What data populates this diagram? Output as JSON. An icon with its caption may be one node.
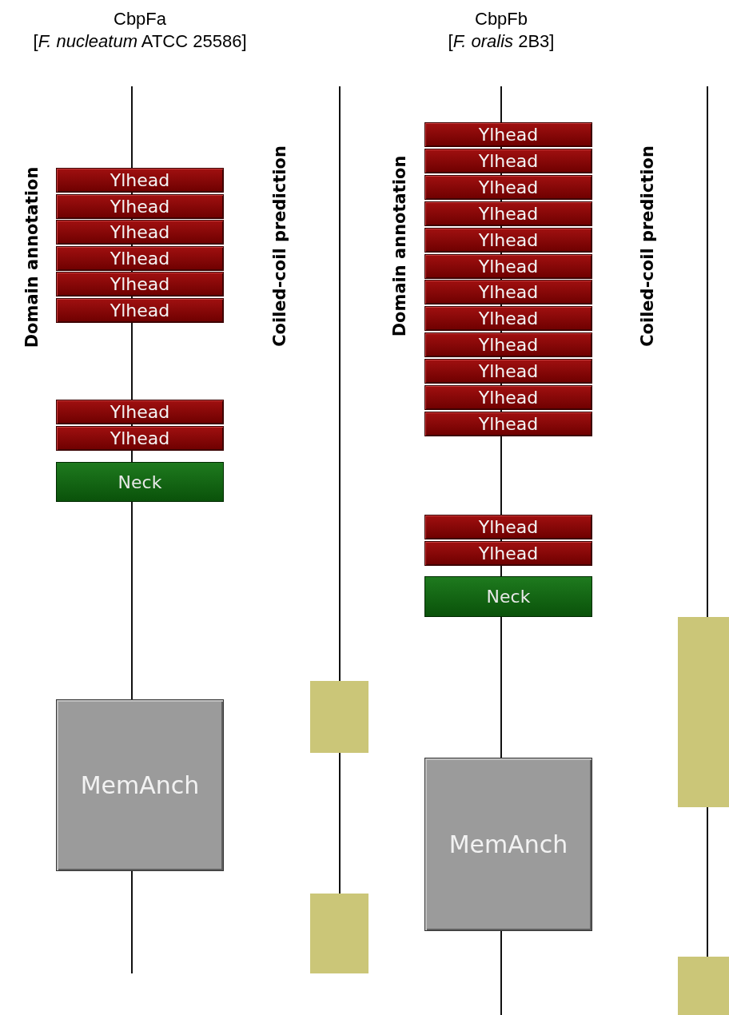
{
  "diagram": {
    "nodes": [
      {
        "text": [
          "Ylhead"
        ]
      },
      {
        "text": [
          "Ylhead"
        ]
      },
      {
        "text": [
          "Ylhead"
        ]
      },
      {
        "text": [
          "Ylhead"
        ]
      },
      {
        "text": [
          "Ylhead"
        ]
      },
      {
        "text": [
          "Ylhead"
        ]
      },
      {
        "text": [
          "Ylhead"
        ]
      },
      {
        "text": [
          "Ylhead"
        ]
      },
      {
        "text": [
          "Neck"
        ]
      },
      {
        "text": [
          "MemAnch"
        ]
      },
      {
        "text": [],
        "shape": "box"
      },
      {
        "text": [],
        "shape": "box"
      },
      {
        "text": [
          "Ylhead"
        ]
      },
      {
        "text": [
          "Ylhead"
        ]
      },
      {
        "text": [
          "Ylhead"
        ]
      },
      {
        "text": [
          "Ylhead"
        ]
      },
      {
        "text": [
          "Ylhead"
        ]
      },
      {
        "text": [
          "Ylhead"
        ]
      },
      {
        "text": [
          "Ylhead"
        ]
      },
      {
        "text": [
          "Ylhead"
        ]
      },
      {
        "text": [
          "Ylhead"
        ]
      },
      {
        "text": [
          "Ylhead"
        ]
      },
      {
        "text": [
          "Ylhead"
        ]
      },
      {
        "text": [
          "Ylhead"
        ]
      },
      {
        "text": [
          "Ylhead"
        ]
      },
      {
        "text": [
          "Ylhead"
        ]
      },
      {
        "text": [
          "Neck"
        ]
      },
      {
        "text": [
          "MemAnch"
        ]
      },
      {
        "text": [],
        "shape": "box"
      },
      {
        "text": [],
        "shape": "box"
      }
    ],
    "labels": [
      "CbpFa",
      "[*F. nucleatum* ATCC 25586]",
      "CbpFb",
      "[*F. oralis* 2B3]",
      "Domain annotation",
      "Coiled-coil prediction",
      "Domain annotation",
      "Coiled-coil prediction"
    ]
  }
}
